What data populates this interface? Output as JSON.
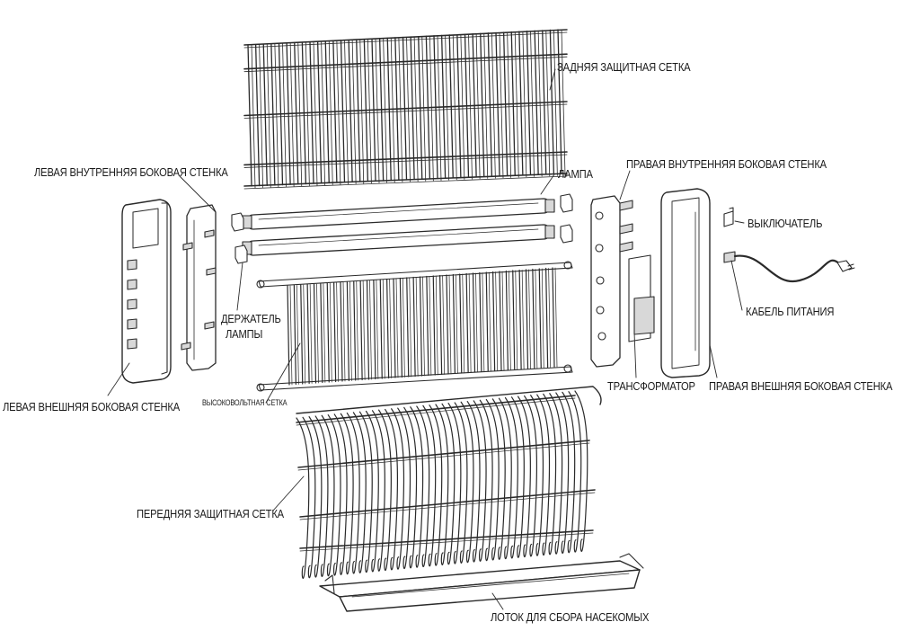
{
  "labels": {
    "rear_grid": "ЗАДНЯЯ ЗАЩИТНАЯ СЕТКА",
    "left_inner_wall": "ЛЕВАЯ ВНУТРЕННЯЯ БОКОВАЯ СТЕНКА",
    "lamp": "ЛАМПА",
    "right_inner_wall": "ПРАВАЯ ВНУТРЕННЯЯ БОКОВАЯ СТЕНКА",
    "switch": "ВЫКЛЮЧАТЕЛЬ",
    "power_cable": "КАБЕЛЬ ПИТАНИЯ",
    "lamp_holder_line1": "ДЕРЖАТЕЛЬ",
    "lamp_holder_line2": "ЛАМПЫ",
    "left_outer_wall": "ЛЕВАЯ ВНЕШНЯЯ БОКОВАЯ СТЕНКА",
    "hv_grid": "ВЫСОКОВОЛЬТНАЯ СЕТКА",
    "transformer": "ТРАНСФОРМАТОР",
    "right_outer_wall": "ПРАВАЯ ВНЕШНЯЯ БОКОВАЯ СТЕНКА",
    "front_grid": "ПЕРЕДНЯЯ ЗАЩИТНАЯ СЕТКА",
    "insect_tray": "ЛОТОК ДЛЯ СБОРА НАСЕКОМЫХ"
  },
  "colors": {
    "line": "#2a2a2a",
    "fill": "#ffffff",
    "shade": "#d8d8d8"
  }
}
